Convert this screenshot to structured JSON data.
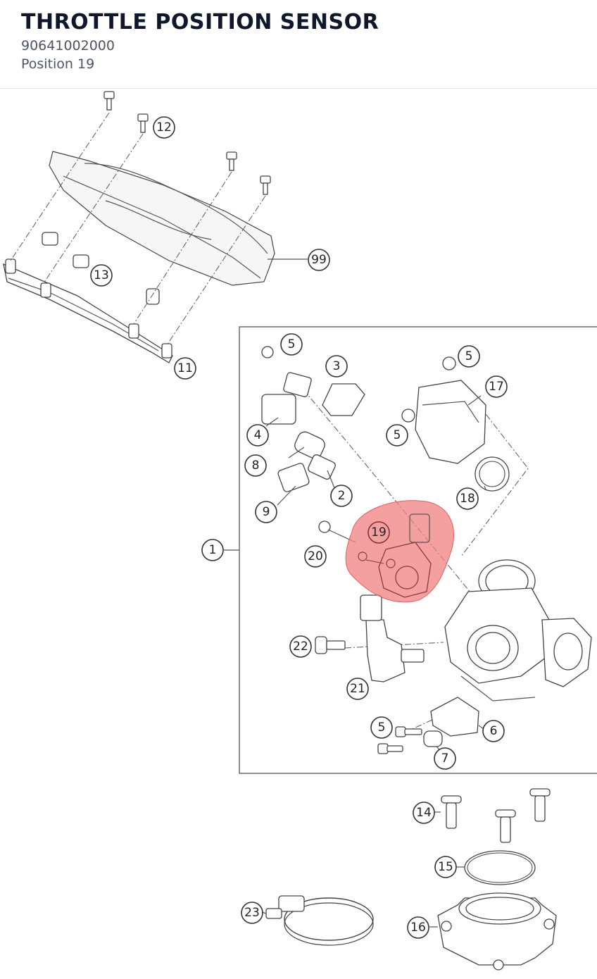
{
  "header": {
    "title": "THROTTLE POSITION SENSOR",
    "part_number": "90641002000",
    "position": "Position 19"
  },
  "diagram": {
    "highlight_color": "#f08080",
    "selected_callout": "19",
    "callouts": [
      {
        "id": "c12",
        "label": "12"
      },
      {
        "id": "c13",
        "label": "13"
      },
      {
        "id": "c99",
        "label": "99"
      },
      {
        "id": "c11",
        "label": "11"
      },
      {
        "id": "c5a",
        "label": "5"
      },
      {
        "id": "c3",
        "label": "3"
      },
      {
        "id": "c5b",
        "label": "5"
      },
      {
        "id": "c17",
        "label": "17"
      },
      {
        "id": "c4",
        "label": "4"
      },
      {
        "id": "c5c",
        "label": "5"
      },
      {
        "id": "c8",
        "label": "8"
      },
      {
        "id": "c2",
        "label": "2"
      },
      {
        "id": "c18",
        "label": "18"
      },
      {
        "id": "c9",
        "label": "9"
      },
      {
        "id": "c19",
        "label": "19"
      },
      {
        "id": "c1",
        "label": "1"
      },
      {
        "id": "c20",
        "label": "20"
      },
      {
        "id": "c22",
        "label": "22"
      },
      {
        "id": "c21",
        "label": "21"
      },
      {
        "id": "c5d",
        "label": "5"
      },
      {
        "id": "c6",
        "label": "6"
      },
      {
        "id": "c7",
        "label": "7"
      },
      {
        "id": "c14",
        "label": "14"
      },
      {
        "id": "c15",
        "label": "15"
      },
      {
        "id": "c23",
        "label": "23"
      },
      {
        "id": "c16",
        "label": "16"
      }
    ]
  }
}
